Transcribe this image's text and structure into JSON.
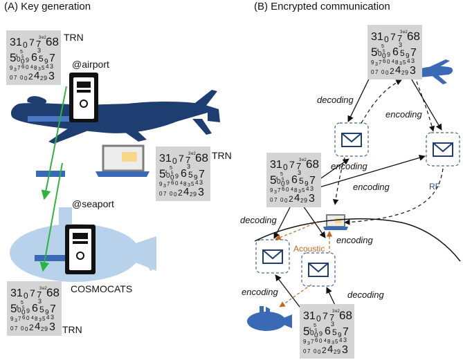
{
  "panel_a": {
    "title": "(A) Key generation",
    "trn_label": "TRN",
    "airport_label": "@airport",
    "seaport_label": "@seaport",
    "cosmocats_label": "COSMOCATS"
  },
  "panel_b": {
    "title": "(B) Encrypted communication",
    "decoding_label": "decoding",
    "encoding_label": "encoding",
    "rf_label": "RF",
    "acoustic_label": "Acoustic"
  },
  "colors": {
    "vehicle": "#1e3d70",
    "laptop": "#3a6ab5",
    "green_arrow": "#2cb53c",
    "dashed_blue": "#3d5f98",
    "acoustic": "#c8661e",
    "trn_bg": "#d4d4d4",
    "submarine": "#b8d2ec"
  },
  "icons": [
    "airplane-icon",
    "drone-icon",
    "submarine-icon",
    "computer-tower-icon",
    "laptop-icon",
    "envelope-icon",
    "random-number-icon"
  ]
}
